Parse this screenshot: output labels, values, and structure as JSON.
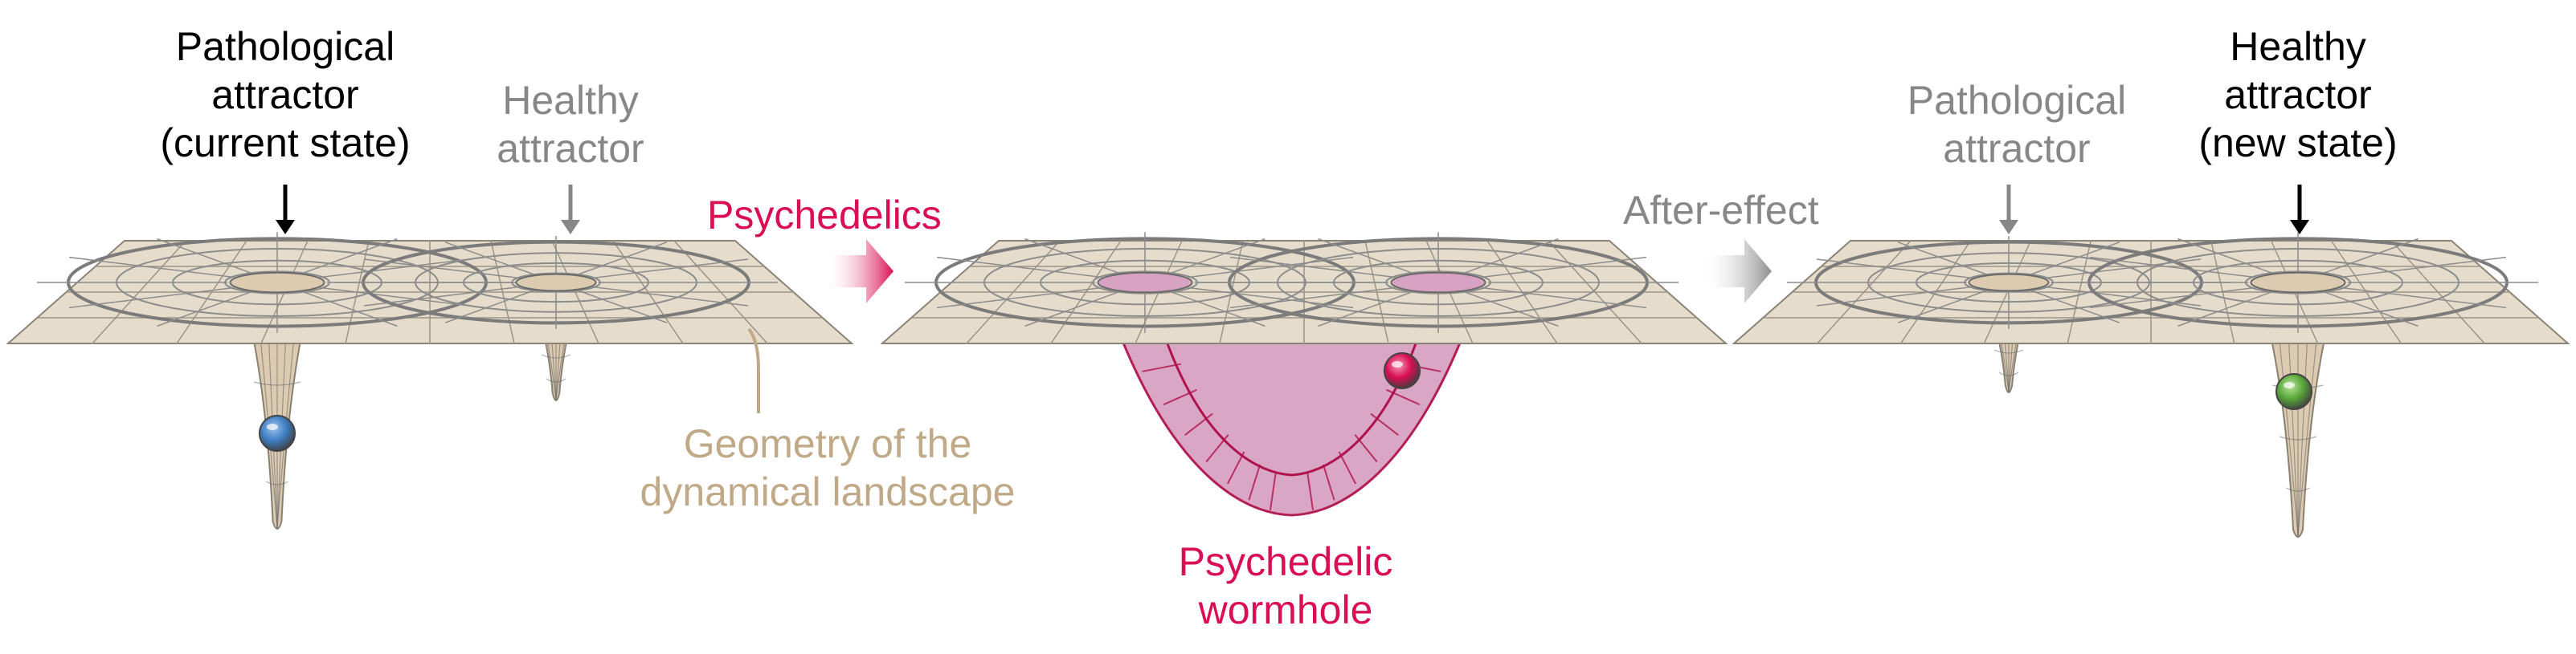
{
  "colors": {
    "plane_fill": "#e6dccb",
    "plane_line": "#5e5e5e",
    "funnel_fill": "#dccbb1",
    "wormhole_fill": "#d8a3c2",
    "wormhole_line": "#b0124b",
    "pathological_ball": "#3f7fc5",
    "wormhole_ball": "#d90e53",
    "healthy_ball": "#5aa83a",
    "arrow_psychedelics": "#d90e53",
    "arrow_after_effect": "#8d8d8d"
  },
  "panel1": {
    "pathological_label": [
      "Pathological",
      "attractor",
      "(current state)"
    ],
    "healthy_label": [
      "Healthy",
      "attractor"
    ]
  },
  "transition1": {
    "label": "Psychedelics"
  },
  "panel2": {
    "wormhole_label": [
      "Psychedelic",
      "wormhole"
    ]
  },
  "geometry_label": [
    "Geometry of the",
    "dynamical landscape"
  ],
  "transition2": {
    "label": "After-effect"
  },
  "panel3": {
    "pathological_label": [
      "Pathological",
      "attractor"
    ],
    "healthy_label": [
      "Healthy",
      "attractor",
      "(new state)"
    ]
  }
}
